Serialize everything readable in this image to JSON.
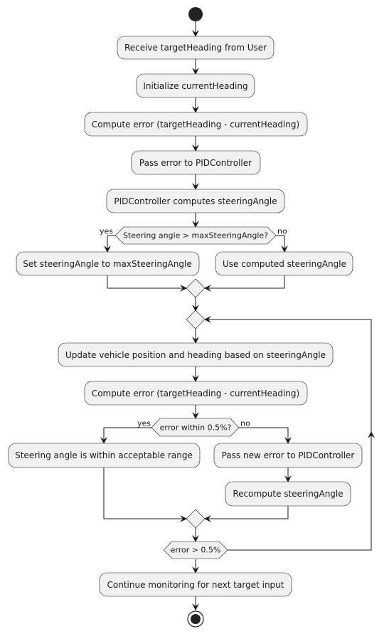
{
  "actions": {
    "receive_target": "Receive targetHeading from User",
    "init_heading": "Initialize currentHeading",
    "compute_error_1": "Compute error (targetHeading - currentHeading)",
    "pass_error": "Pass error to PIDController",
    "pid_compute": "PIDController computes steeringAngle",
    "set_max": "Set steeringAngle to maxSteeringAngle",
    "use_computed": "Use computed steeringAngle",
    "update_vehicle": "Update vehicle position and heading based on steeringAngle",
    "compute_error_2": "Compute error (targetHeading - currentHeading)",
    "within_range": "Steering angle is within acceptable range",
    "pass_new_error": "Pass new error to PIDController",
    "recompute": "Recompute steeringAngle",
    "continue_monitoring": "Continue monitoring for next target input"
  },
  "decisions": {
    "steering_check": "Steering angle > maxSteeringAngle?",
    "error_check": "error within 0.5%?",
    "loop_condition": "error > 0.5%"
  },
  "branch_labels": {
    "steering_yes": "yes",
    "steering_no": "no",
    "error_yes": "yes",
    "error_no": "no"
  }
}
